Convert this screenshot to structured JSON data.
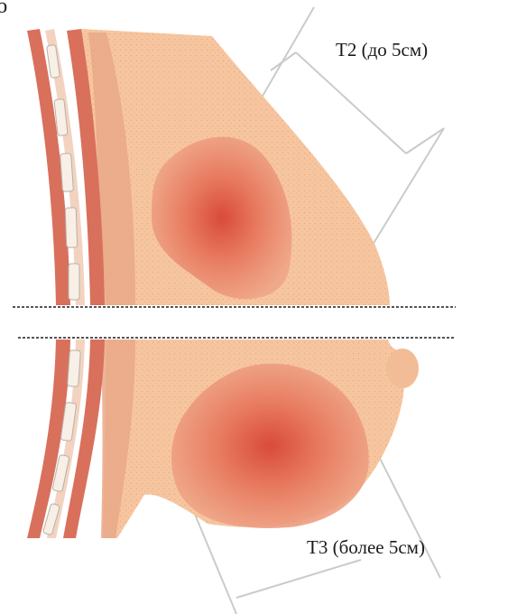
{
  "corner_mark": "б",
  "labels": {
    "t2": "T2 (до 5см)",
    "t3": "T3 (более 5см)"
  },
  "colors": {
    "tissue": "#f6c6a0",
    "tissue_dots": "#e39a70",
    "muscle": "#e8a07c",
    "rib": "#d9705c",
    "tumor_core": "#d94b3a",
    "tumor_edge": "#efa588",
    "guide_line": "#c9ccc9",
    "cut_line": "#555555"
  }
}
